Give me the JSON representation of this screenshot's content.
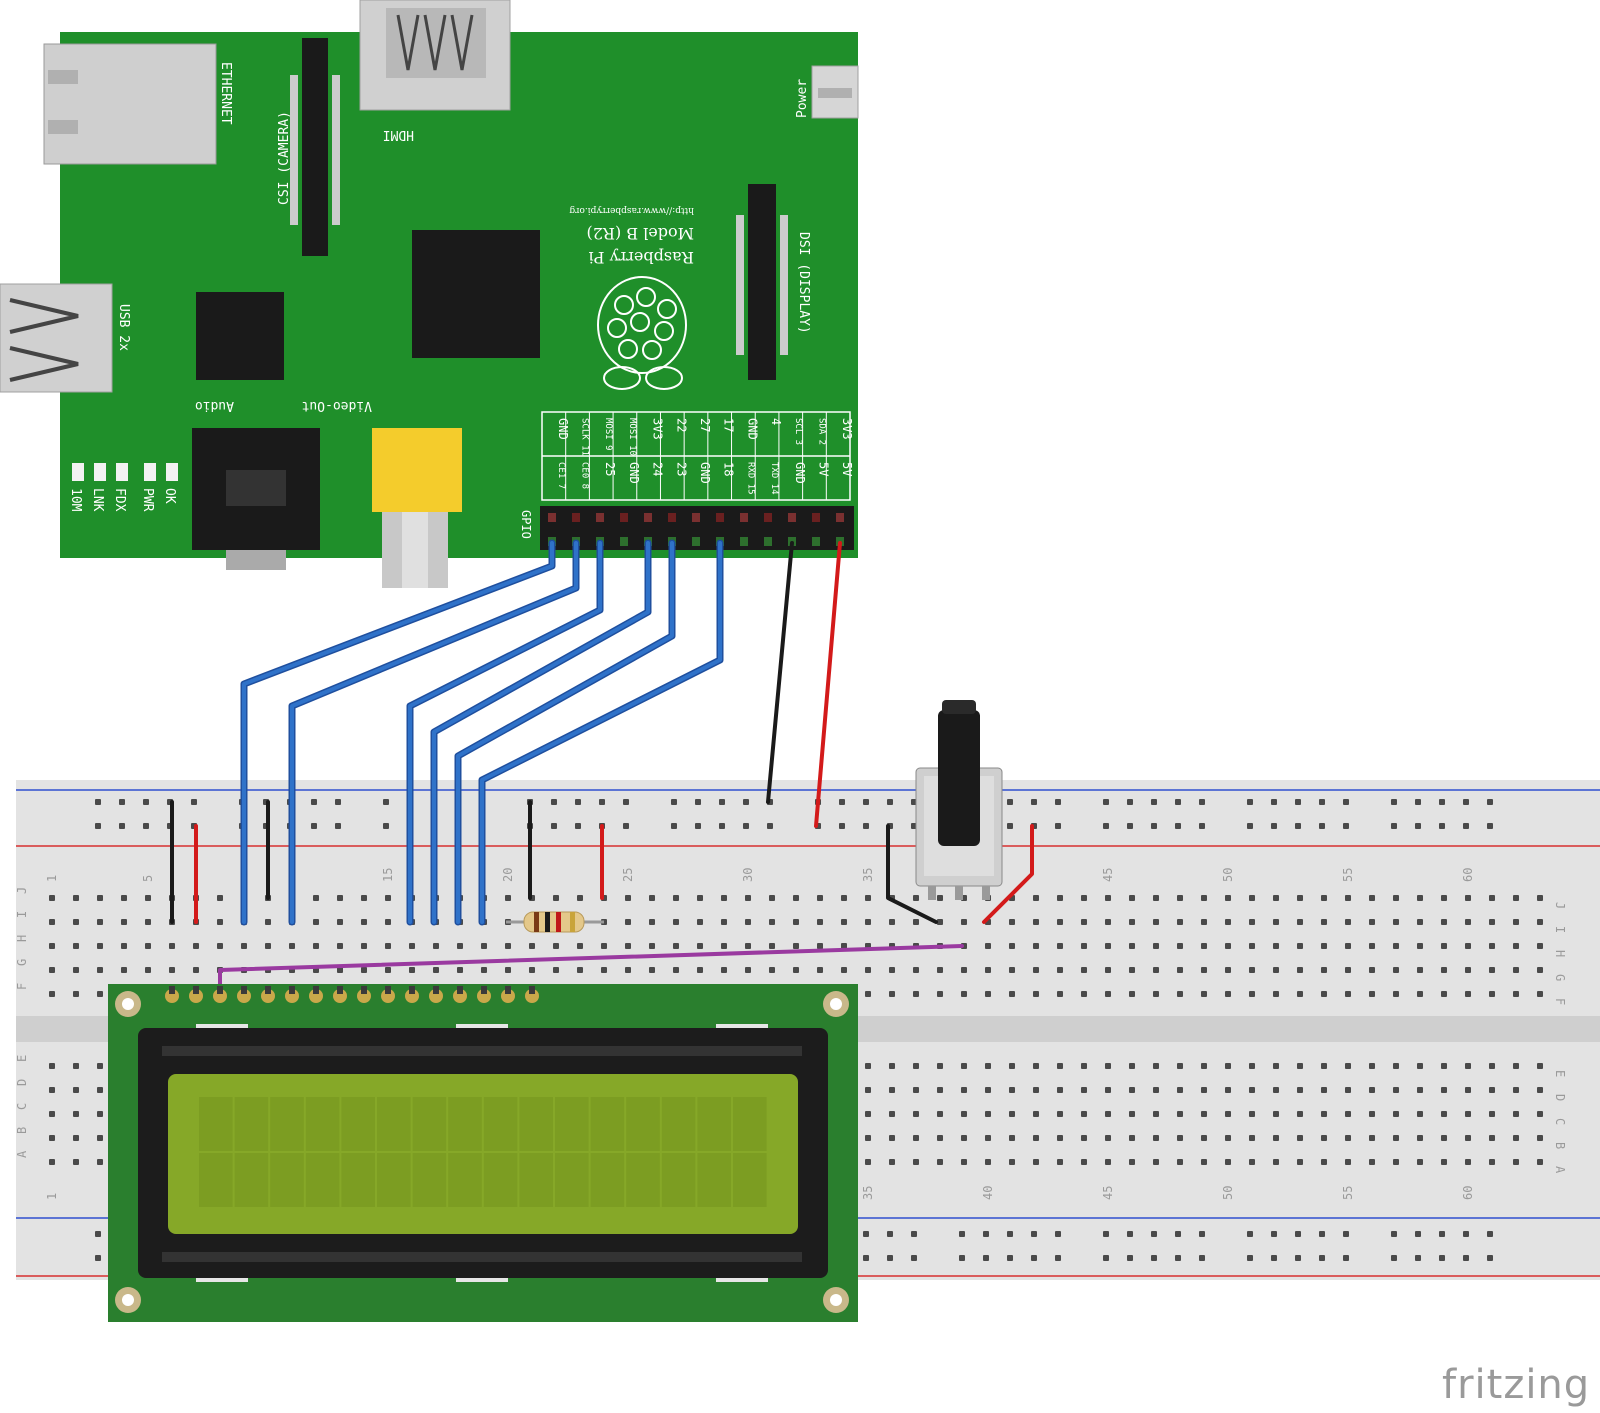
{
  "watermark": "fritzing",
  "pi": {
    "labels": {
      "ethernet": "ETHERNET",
      "csi": "CSI (CAMERA)",
      "hdmi": "HDMI",
      "power": "Power",
      "dsi": "DSI (DISPLAY)",
      "usb": "USB 2x",
      "audio": "Audio",
      "video": "Video-Out",
      "gpio": "GPIO",
      "model_line1": "Raspberry Pi",
      "model_line2": "Model B (R2)",
      "url": "http://www.raspberrypi.org"
    },
    "leds": [
      "OK",
      "PWR",
      "FDX",
      "LNK",
      "10M"
    ],
    "header_top": [
      "GND",
      "SCLK 11",
      "MOSI 9",
      "MOSI 10",
      "3V3",
      "22",
      "27",
      "17",
      "GND",
      "4",
      "SCL 3",
      "SDA 2",
      "3V3"
    ],
    "header_bottom": [
      "CE1 7",
      "CE0 8",
      "25",
      "GND",
      "24",
      "23",
      "GND",
      "18",
      "RXD 15",
      "TXD 14",
      "GND",
      "5V",
      "5V"
    ]
  },
  "breadboard": {
    "row_letters_top": [
      "J",
      "I",
      "H",
      "G",
      "F"
    ],
    "row_letters_bottom": [
      "E",
      "D",
      "C",
      "B",
      "A"
    ],
    "column_numbers_top": [
      "1",
      "5",
      "15",
      "20",
      "25",
      "30",
      "35",
      "45",
      "50",
      "55",
      "60"
    ],
    "column_numbers_bottom": [
      "1",
      "35",
      "40",
      "45",
      "50",
      "55",
      "60"
    ]
  },
  "colors": {
    "pcb": "#1f8f2a",
    "wire_data": "#2f72c9",
    "wire_ground": "#1a1a1a",
    "wire_power": "#d31a1a",
    "wire_contrast": "#9a3aa0",
    "lcd_screen": "#86a828",
    "breadboard": "#e3e3e3"
  }
}
